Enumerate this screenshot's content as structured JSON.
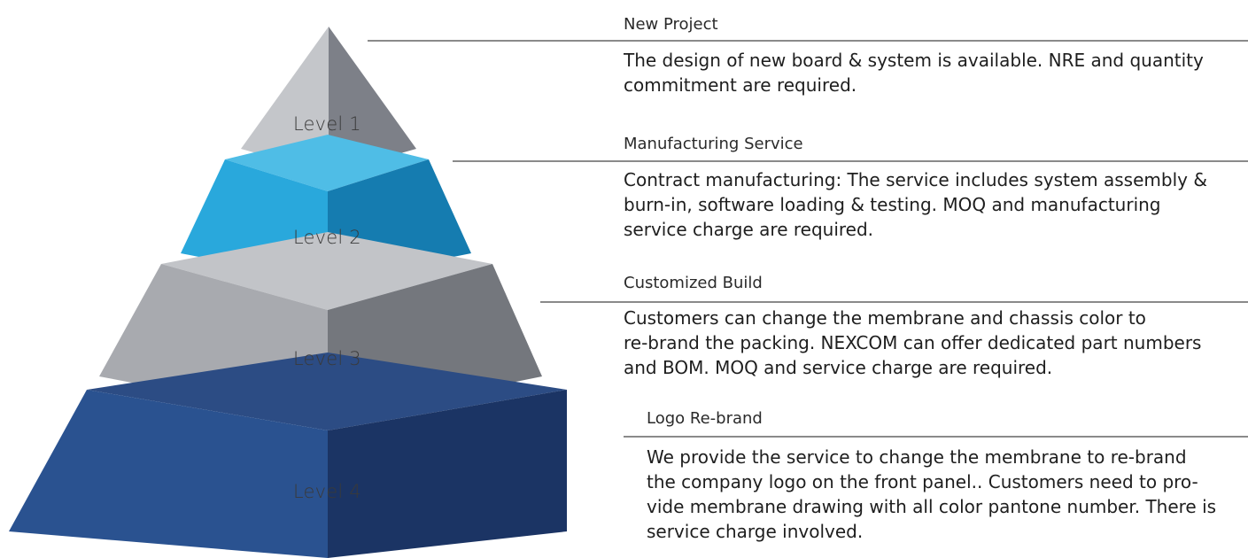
{
  "levels": [
    {
      "label": "Level 1",
      "title": "New Project",
      "description_lines": [
        "The design of new board & system is available. NRE and quantity",
        "commitment are required."
      ],
      "colors": {
        "left": "#c4c6ca",
        "right": "#7d8088"
      }
    },
    {
      "label": "Level 2",
      "title": "Manufacturing Service",
      "description_lines": [
        "Contract manufacturing: The service includes system assembly &",
        "burn-in, software loading & testing. MOQ and manufacturing",
        "service charge are required."
      ],
      "colors": {
        "top": "#4fbde6",
        "left": "#29a8dc",
        "right": "#157cb0"
      }
    },
    {
      "label": "Level 3",
      "title": "Customized Build",
      "description_lines": [
        "Customers can change the membrane and chassis color to",
        "re-brand the packing. NEXCOM can offer dedicated part numbers",
        "and BOM. MOQ and service charge are required."
      ],
      "colors": {
        "top": "#c2c4c8",
        "left": "#a8aaaf",
        "right": "#74777d"
      }
    },
    {
      "label": "Level 4",
      "title": "Logo Re-brand",
      "description_lines": [
        "We provide the service to change the membrane to re-brand",
        "the company logo on the front panel.. Customers need to pro-",
        "vide membrane drawing with all color pantone number. There is",
        "service charge involved."
      ],
      "colors": {
        "top": "#2c4c84",
        "left": "#2a5290",
        "right": "#1b3464"
      }
    }
  ]
}
